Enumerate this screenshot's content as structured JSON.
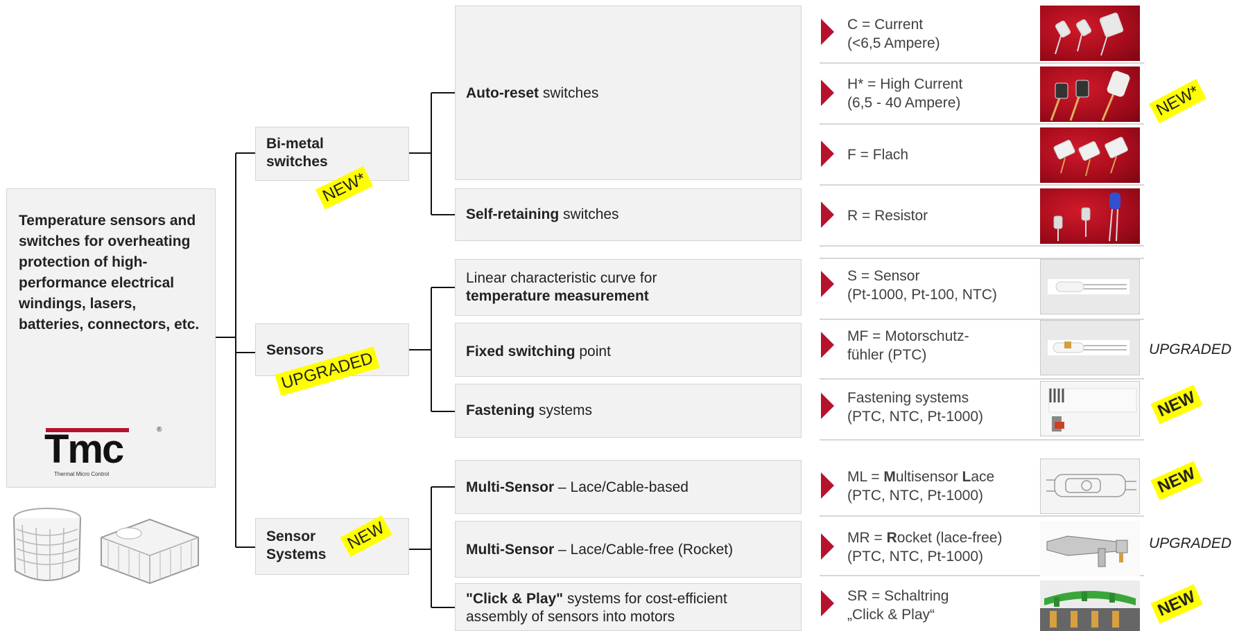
{
  "root": {
    "text": "Temperature sensors and switches for overheating protection of high-performance electrical windings, lasers, batteries, connectors, etc.",
    "logo": {
      "text": "Tmc",
      "registered": "®",
      "tagline": "Thermal Micro Control"
    }
  },
  "categories": {
    "bimetal": {
      "label": "Bi-metal switches",
      "badge": "NEW*"
    },
    "sensors": {
      "label": "Sensors",
      "badge": "UPGRADED"
    },
    "systems": {
      "label": "Sensor Systems",
      "badge": "NEW"
    }
  },
  "subs": {
    "auto_reset": {
      "bold": "Auto-reset",
      "rest": " switches"
    },
    "self_retaining": {
      "bold": "Self-retaining",
      "rest": " switches"
    },
    "linear": {
      "line1": "Linear characteristic curve for",
      "line2_bold": "temperature measurement"
    },
    "fixed": {
      "bold": "Fixed switching",
      "rest": " point"
    },
    "fastening": {
      "bold": "Fastening",
      "rest": " systems"
    },
    "ms_lace": {
      "bold": "Multi-Sensor",
      "rest": " – Lace/Cable-based"
    },
    "ms_rocket": {
      "bold": "Multi-Sensor",
      "rest": " – Lace/Cable-free (Rocket)"
    },
    "click": {
      "bold": "\"Click & Play\"",
      "rest": " systems for cost-efficient",
      "line2": "assembly of sensors into motors"
    }
  },
  "products": {
    "c": {
      "line1": "C = Current",
      "line2": "(<6,5 Ampere)"
    },
    "h": {
      "line1": "H*  = High Current",
      "line2": "(6,5 - 40 Ampere)",
      "tag": "NEW*"
    },
    "f": {
      "line1": "F = Flach"
    },
    "r": {
      "line1": "R = Resistor"
    },
    "s": {
      "line1": "S = Sensor",
      "line2": "(Pt-1000, Pt-100, NTC)"
    },
    "mf": {
      "line1": "MF = Motorschutz-",
      "line2": "fühler (PTC)",
      "tag": "UPGRADED"
    },
    "fs": {
      "line1": "Fastening systems",
      "line2": "(PTC, NTC, Pt-1000)",
      "tag": "NEW"
    },
    "ml": {
      "pre": "ML = ",
      "b1": "M",
      "mid": "ultisensor ",
      "b2": "L",
      "post": "ace",
      "line2": "(PTC, NTC, Pt-1000)",
      "tag": "NEW"
    },
    "mr": {
      "pre": "MR = ",
      "b1": "R",
      "post": "ocket (lace-free)",
      "line2": "(PTC, NTC, Pt-1000)",
      "tag": "UPGRADED"
    },
    "sr": {
      "line1": "SR = Schaltring",
      "line2": "„Click & Play“",
      "tag": "NEW"
    }
  },
  "colors": {
    "accent": "#b5132d",
    "highlight": "#ffff00",
    "box": "#f2f2f2"
  }
}
